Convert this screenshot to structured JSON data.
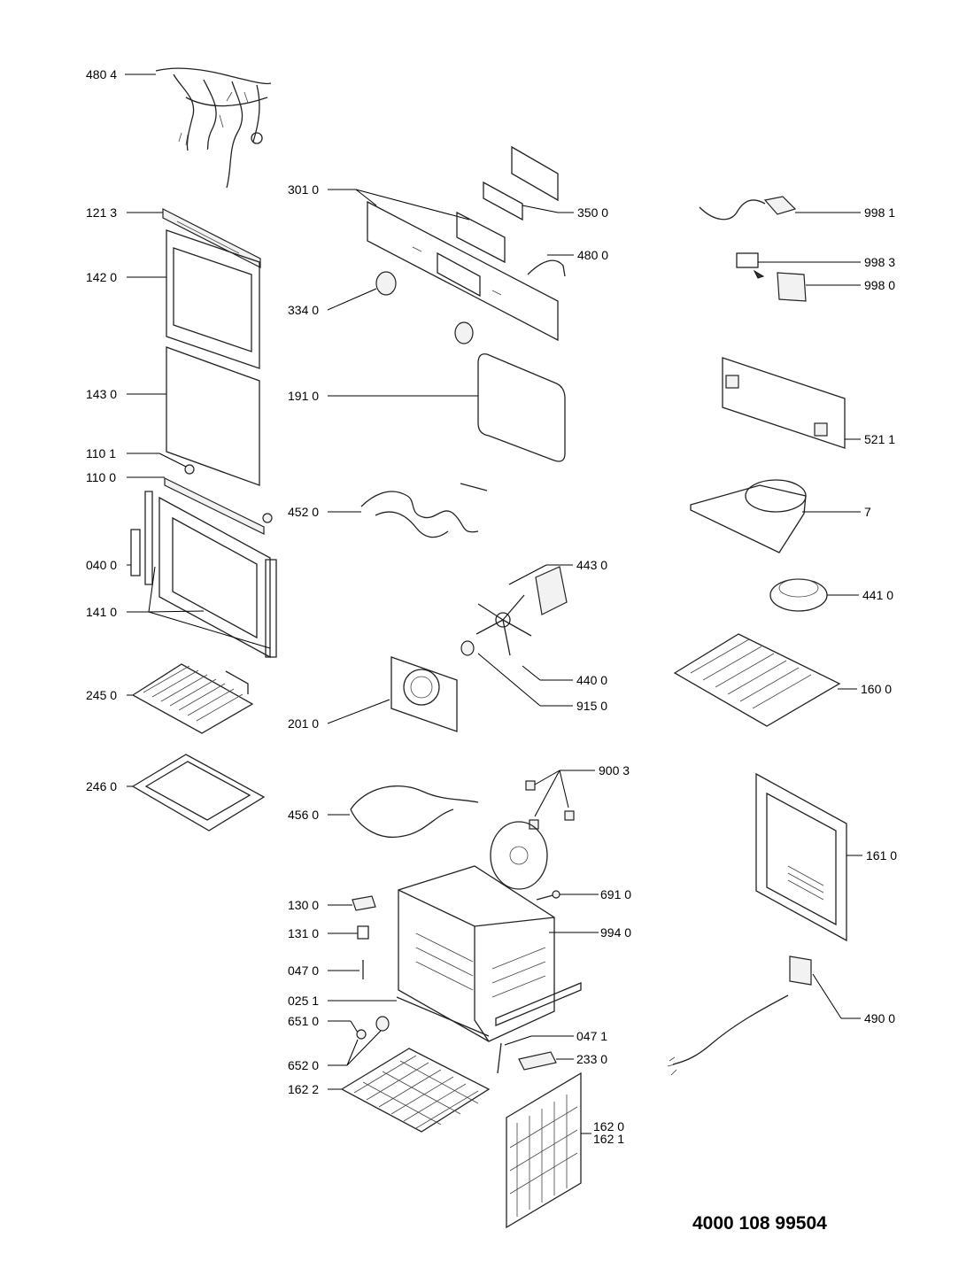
{
  "document_number": "4000 108 99504",
  "parts": [
    {
      "id": "harness",
      "code": "480 4"
    },
    {
      "id": "door-top-trim",
      "code": "121 3"
    },
    {
      "id": "outer-glass",
      "code": "142 0"
    },
    {
      "id": "inner-glass",
      "code": "143 0"
    },
    {
      "id": "hinge-cap",
      "code": "110 1"
    },
    {
      "id": "door-handle",
      "code": "110 0"
    },
    {
      "id": "door-hinge",
      "code": "040 0"
    },
    {
      "id": "door-frame",
      "code": "141 0"
    },
    {
      "id": "wire-grid",
      "code": "245 0"
    },
    {
      "id": "baking-tray",
      "code": "246 0"
    },
    {
      "id": "control-panel",
      "code": "301 0"
    },
    {
      "id": "knob",
      "code": "334 0"
    },
    {
      "id": "display-bracket",
      "code": "350 0"
    },
    {
      "id": "wire-lead",
      "code": "480 0"
    },
    {
      "id": "door-gasket",
      "code": "191 0"
    },
    {
      "id": "grill-element",
      "code": "452 0"
    },
    {
      "id": "fan-motor",
      "code": "443 0"
    },
    {
      "id": "fan-blade",
      "code": "440 0"
    },
    {
      "id": "fan-nut",
      "code": "915 0"
    },
    {
      "id": "fan-cover",
      "code": "201 0"
    },
    {
      "id": "clips",
      "code": "900 3"
    },
    {
      "id": "circular-element",
      "code": "456 0"
    },
    {
      "id": "lamp-holder",
      "code": "691 0"
    },
    {
      "id": "cavity",
      "code": "994 0"
    },
    {
      "id": "door-lock",
      "code": "130 0"
    },
    {
      "id": "lock-plate",
      "code": "131 0"
    },
    {
      "id": "sensor-a",
      "code": "047 0"
    },
    {
      "id": "front-strip",
      "code": "025 1"
    },
    {
      "id": "lamp-glass",
      "code": "651 0"
    },
    {
      "id": "lamp-seal",
      "code": "652 0"
    },
    {
      "id": "sensor-b",
      "code": "047 1"
    },
    {
      "id": "connector",
      "code": "233 0"
    },
    {
      "id": "side-rack-left",
      "code": "162 2"
    },
    {
      "id": "side-rack-right",
      "code": "162 0"
    },
    {
      "id": "side-rack-right-alt",
      "code": "162 1"
    },
    {
      "id": "mains-cable",
      "code": "998 1"
    },
    {
      "id": "label",
      "code": "998 3"
    },
    {
      "id": "manual",
      "code": "998 0"
    },
    {
      "id": "control-board",
      "code": "521 1"
    },
    {
      "id": "cooling-duct",
      "code": "7"
    },
    {
      "id": "cooling-fan",
      "code": "441 0"
    },
    {
      "id": "top-panel",
      "code": "160 0"
    },
    {
      "id": "rear-panel",
      "code": "161 0"
    },
    {
      "id": "terminal-block",
      "code": "490 0"
    }
  ]
}
